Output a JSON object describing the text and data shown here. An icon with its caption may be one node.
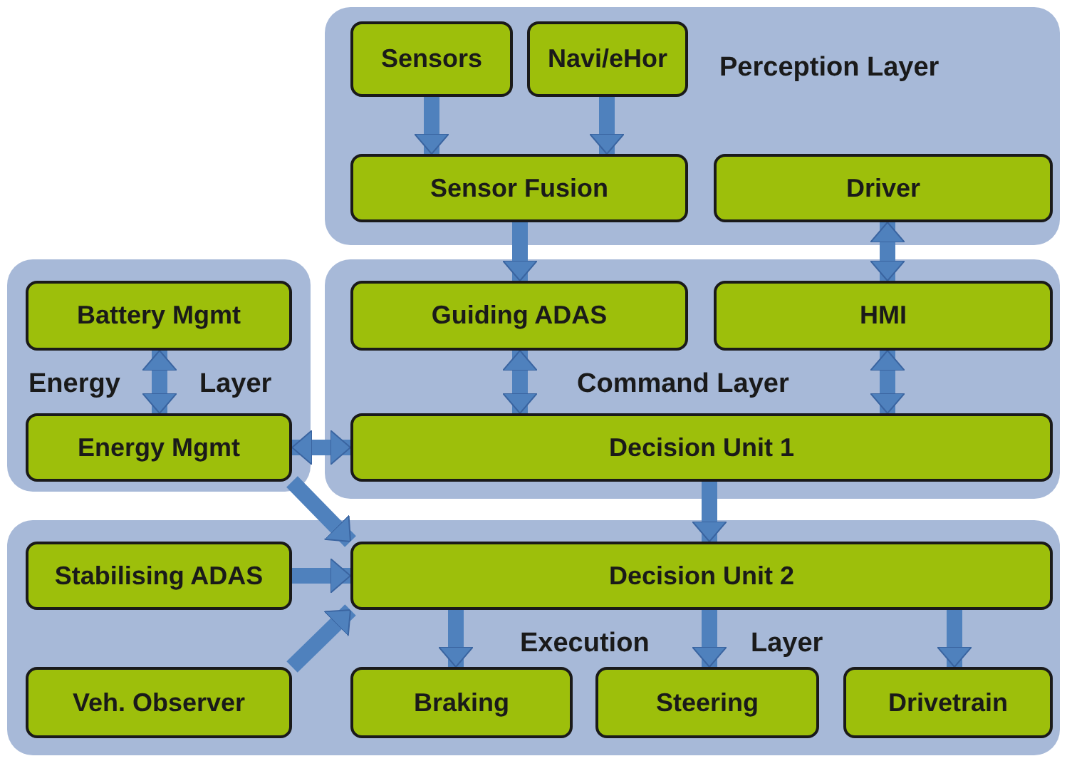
{
  "diagram": {
    "nodes": [
      {
        "text": [
          "Perception Layer"
        ]
      },
      {
        "text": [
          "Sensors"
        ],
        "in": 0
      },
      {
        "text": [
          "Navi/eHor"
        ],
        "in": 0
      },
      {
        "text": [
          "Sensor Fusion"
        ],
        "in": 0
      },
      {
        "text": [
          "Driver"
        ],
        "in": 0
      },
      {
        "text": [
          "Energy",
          "Layer"
        ]
      },
      {
        "text": [
          "Battery Mgmt"
        ],
        "in": 5
      },
      {
        "text": [
          "Energy Mgmt"
        ],
        "in": 5
      },
      {
        "text": [
          "Command Layer"
        ]
      },
      {
        "text": [
          "Guiding ADAS"
        ],
        "in": 8
      },
      {
        "text": [
          "HMI"
        ],
        "in": 8
      },
      {
        "text": [
          "Decision Unit 1"
        ],
        "in": 8
      },
      {
        "text": [
          "Execution",
          "Layer"
        ]
      },
      {
        "text": [
          "Stabilising ADAS"
        ],
        "in": 12
      },
      {
        "text": [
          "Decision Unit 2"
        ],
        "in": 12
      },
      {
        "text": [
          "Veh. Observer"
        ],
        "in": 12
      },
      {
        "text": [
          "Braking"
        ],
        "in": 12
      },
      {
        "text": [
          "Steering"
        ],
        "in": 12
      },
      {
        "text": [
          "Drivetrain"
        ],
        "in": 12
      }
    ],
    "edges": [
      {
        "from": 1,
        "to": 3,
        "arrow": "to"
      },
      {
        "from": 2,
        "to": 3,
        "arrow": "to"
      },
      {
        "from": 3,
        "to": 9,
        "arrow": "to"
      },
      {
        "from": 4,
        "to": 10,
        "arrow": "both"
      },
      {
        "from": 6,
        "to": 7,
        "arrow": "both"
      },
      {
        "from": 9,
        "to": 11,
        "arrow": "both"
      },
      {
        "from": 10,
        "to": 11,
        "arrow": "both"
      },
      {
        "from": 7,
        "to": 11,
        "arrow": "both"
      },
      {
        "from": 7,
        "to": 14,
        "arrow": "to"
      },
      {
        "from": 11,
        "to": 14,
        "arrow": "to"
      },
      {
        "from": 13,
        "to": 14,
        "arrow": "to"
      },
      {
        "from": 15,
        "to": 14,
        "arrow": "to"
      },
      {
        "from": 14,
        "to": 16,
        "arrow": "to"
      },
      {
        "from": 14,
        "to": 17,
        "arrow": "to"
      },
      {
        "from": 14,
        "to": 18,
        "arrow": "to"
      }
    ]
  }
}
